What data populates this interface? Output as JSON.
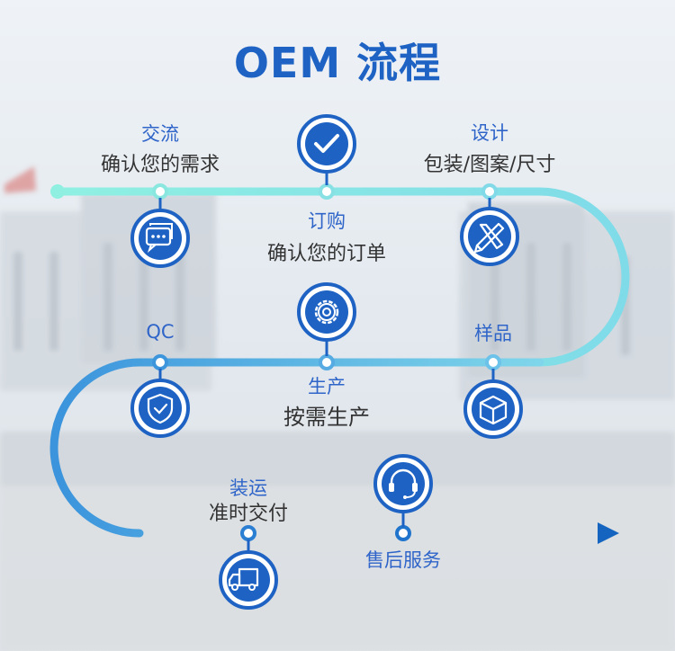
{
  "title": "OEM 流程",
  "steps": {
    "communicate": {
      "name": "交流",
      "desc": "确认您的需求",
      "icon": "chat-icon"
    },
    "order": {
      "name": "订购",
      "desc": "确认您的订单",
      "icon": "checkmark-icon"
    },
    "design": {
      "name": "设计",
      "desc": "包装/图案/尺寸",
      "icon": "design-tools-icon"
    },
    "qc": {
      "name": "QC",
      "icon": "shield-check-icon"
    },
    "production": {
      "name": "生产",
      "desc": "按需生产",
      "icon": "gear-icon"
    },
    "sample": {
      "name": "样品",
      "icon": "box-icon"
    },
    "shipping": {
      "name": "装运",
      "desc": "准时交付",
      "icon": "truck-icon"
    },
    "after_sales": {
      "name": "售后服务",
      "icon": "headset-icon"
    }
  },
  "colors": {
    "title": "#1e63c4",
    "label": "#2f65c9",
    "path_start": "#7fe6e0",
    "path_end": "#1565c0",
    "icon_ring": "#1e63c4"
  }
}
